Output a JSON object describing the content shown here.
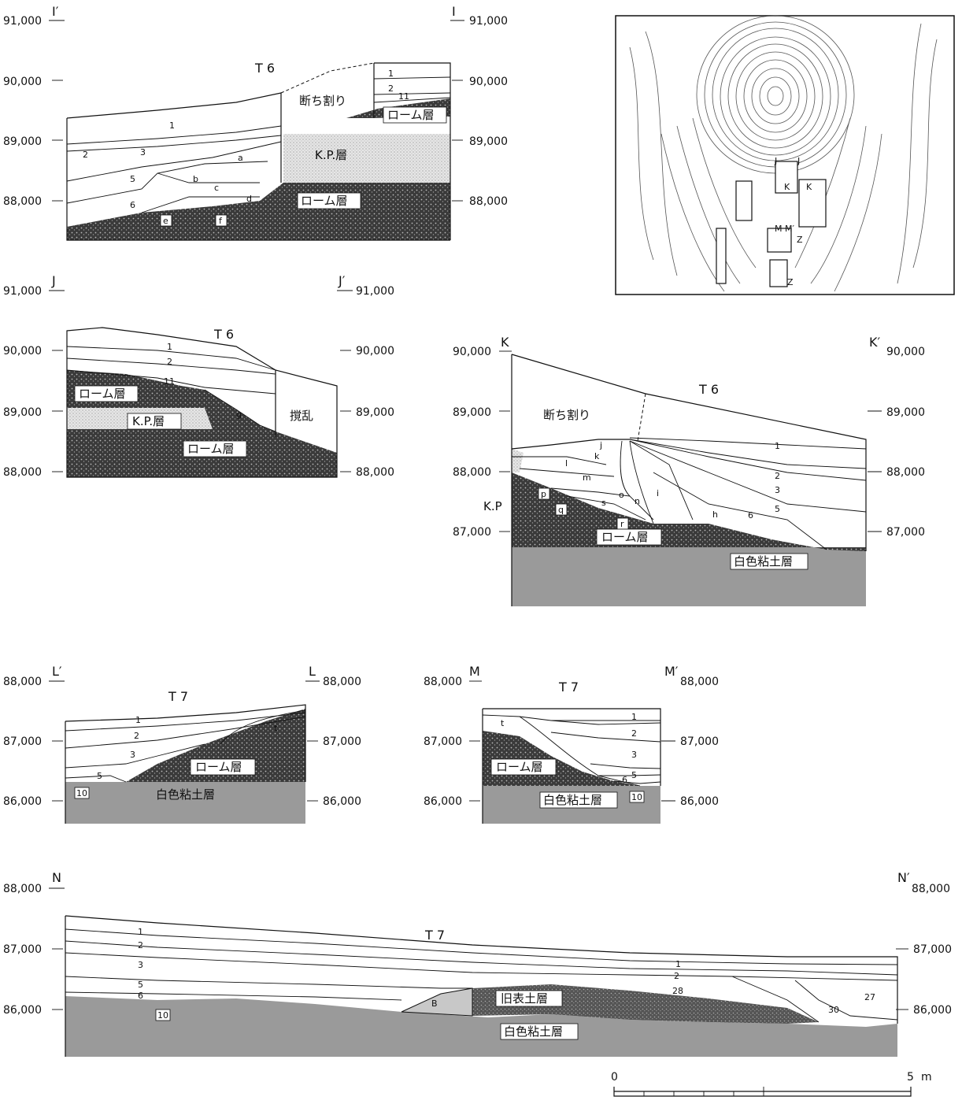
{
  "elevation_labels": {
    "i_left_91000": "91,000",
    "i_right_91000": "91,000",
    "i_left_90000": "90,000",
    "i_right_90000": "90,000",
    "i_left_89000": "89,000",
    "i_right_89000": "89,000",
    "i_left_88000": "88,000",
    "i_right_88000": "88,000",
    "j_left_91000": "91,000",
    "j_right_91000": "91,000",
    "j_left_90000": "90,000",
    "j_right_90000": "90,000",
    "j_left_89000": "89,000",
    "j_right_89000": "89,000",
    "j_left_88000": "88,000",
    "j_right_88000": "88,000",
    "k_left_90000": "90,000",
    "k_right_90000": "90,000",
    "k_left_89000": "89,000",
    "k_right_89000": "89,000",
    "k_left_88000": "88,000",
    "k_right_88000": "88,000",
    "k_left_87000": "87,000",
    "k_right_87000": "87,000",
    "l_left_88000": "88,000",
    "l_right_88000": "88,000",
    "l_left_87000": "87,000",
    "l_right_87000": "87,000",
    "l_left_86000": "86,000",
    "l_right_86000": "86,000",
    "m_left_88000": "88,000",
    "m_right_88000": "88,000",
    "m_left_87000": "87,000",
    "m_right_87000": "87,000",
    "m_left_86000": "86,000",
    "m_right_86000": "86,000",
    "n_left_88000": "88,000",
    "n_right_88000": "88,000",
    "n_left_87000": "87,000",
    "n_right_87000": "87,000",
    "n_left_86000": "86,000",
    "n_right_86000": "86,000"
  },
  "section_letters": {
    "i_prime": "I′",
    "i": "I",
    "j": "J",
    "j_prime": "J′",
    "k": "K",
    "k_prime": "K′",
    "l_prime": "L′",
    "l": "L",
    "m": "M",
    "m_prime": "M′",
    "n": "N",
    "n_prime": "N′"
  },
  "trench_labels": {
    "i": "T 6",
    "j": "T 6",
    "k": "T 6",
    "l": "T 7",
    "m": "T 7",
    "n": "T 7"
  },
  "strata": {
    "loam": "ローム層",
    "kp": "K.P.層",
    "kp_short": "K.P",
    "cut": "断ち割り",
    "disturbed": "撹乱",
    "white_clay": "白色粘土層",
    "old_topsoil": "旧表土層"
  },
  "layer_labels_i": [
    "1",
    "2",
    "3",
    "5",
    "6",
    "a",
    "b",
    "c",
    "d",
    "e",
    "f",
    "1",
    "2",
    "11"
  ],
  "layer_labels_j": [
    "1",
    "2",
    "11",
    "g"
  ],
  "layer_labels_k": [
    "j",
    "k",
    "l",
    "m",
    "p",
    "q",
    "s",
    "o",
    "n",
    "r",
    "i",
    "h",
    "6",
    "5",
    "3",
    "2",
    "1"
  ],
  "layer_labels_l": [
    "1",
    "2",
    "3",
    "5",
    "10",
    "t"
  ],
  "layer_labels_m": [
    "t",
    "1",
    "2",
    "3",
    "5",
    "6",
    "10"
  ],
  "layer_labels_n": [
    "1",
    "2",
    "3",
    "5",
    "6",
    "10",
    "B",
    "1",
    "2",
    "28",
    "30",
    "27"
  ],
  "map_labels": [
    "J",
    "J",
    "K",
    "K",
    "M",
    "M′",
    "Z",
    "Z"
  ],
  "scale": {
    "zero": "0",
    "end": "5",
    "unit": "m"
  }
}
